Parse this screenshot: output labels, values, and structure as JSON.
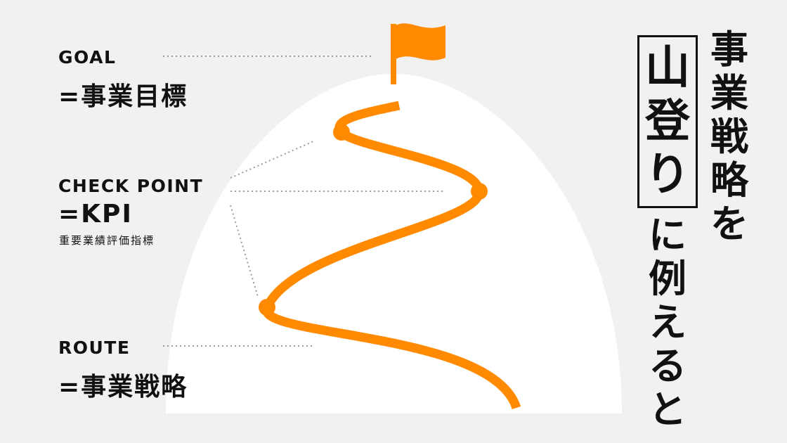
{
  "labels": {
    "goal_en": "GOAL",
    "goal_jp": "=事業目標",
    "checkpoint_en": "CHECK POINT",
    "checkpoint_jp": "=KPI",
    "checkpoint_sub": "重要業績評価指標",
    "route_en": "ROUTE",
    "route_jp": "=事業戦略"
  },
  "headline": {
    "part1": [
      "事",
      "業",
      "戦",
      "略",
      "を"
    ],
    "boxed": [
      "山",
      "登",
      "り"
    ],
    "part2": [
      "に",
      "例",
      "え",
      "る",
      "と"
    ]
  },
  "colors": {
    "background": "#f1f1f1",
    "mountain": "#ffffff",
    "accent": "#ff8a00",
    "text": "#111111",
    "leader": "#9a9a9a"
  },
  "icons": {
    "summit": "flag-icon"
  }
}
